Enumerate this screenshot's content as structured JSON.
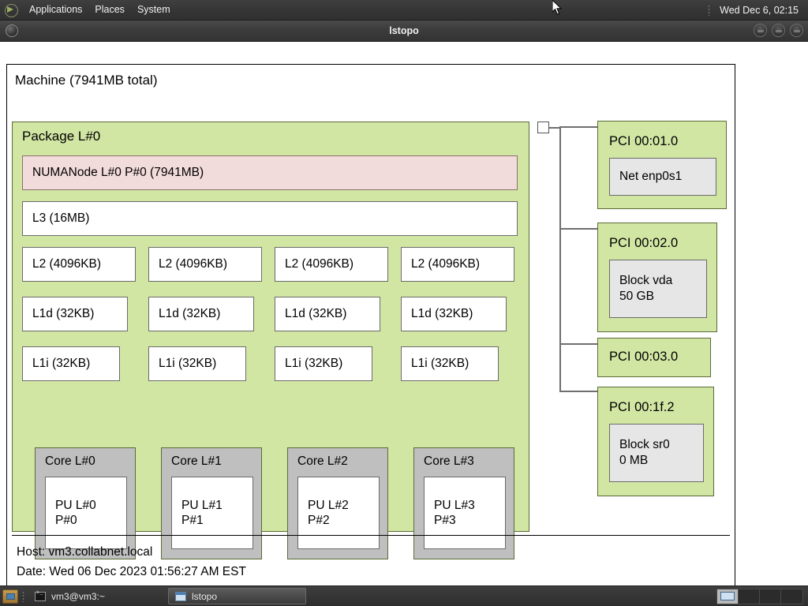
{
  "panel": {
    "logo_icon": "gnome-foot-icon",
    "menus": [
      {
        "label": "Applications",
        "name": "menu-applications"
      },
      {
        "label": "Places",
        "name": "menu-places"
      },
      {
        "label": "System",
        "name": "menu-system"
      }
    ],
    "clock": "Wed Dec  6, 02:15"
  },
  "window": {
    "title": "lstopo",
    "icon": "window-menu-icon",
    "buttons": [
      {
        "name": "minimize-button",
        "icon": "minimize-icon"
      },
      {
        "name": "maximize-button",
        "icon": "maximize-icon"
      },
      {
        "name": "close-button",
        "icon": "close-icon"
      }
    ]
  },
  "topology": {
    "machine": "Machine (7941MB total)",
    "package": "Package L#0",
    "numanode": "NUMANode L#0 P#0 (7941MB)",
    "l3": "L3 (16MB)",
    "l2": [
      "L2 (4096KB)",
      "L2 (4096KB)",
      "L2 (4096KB)",
      "L2 (4096KB)"
    ],
    "l1d": [
      "L1d (32KB)",
      "L1d (32KB)",
      "L1d (32KB)",
      "L1d (32KB)"
    ],
    "l1i": [
      "L1i (32KB)",
      "L1i (32KB)",
      "L1i (32KB)",
      "L1i (32KB)"
    ],
    "cores": [
      {
        "title": "Core L#0",
        "pu": "PU L#0\nP#0"
      },
      {
        "title": "Core L#1",
        "pu": "PU L#1\nP#1"
      },
      {
        "title": "Core L#2",
        "pu": "PU L#2\nP#2"
      },
      {
        "title": "Core L#3",
        "pu": "PU L#3\nP#3"
      }
    ],
    "pci": [
      {
        "title": "PCI 00:01.0",
        "child": "Net enp0s1"
      },
      {
        "title": "PCI 00:02.0",
        "child": "Block vda\n50 GB"
      },
      {
        "title": "PCI 00:03.0",
        "child": null
      },
      {
        "title": "PCI 00:1f.2",
        "child": "Block sr0\n0 MB"
      }
    ],
    "footer": "Host: vm3.collabnet.local\nDate: Wed 06 Dec 2023 01:56:27 AM EST"
  },
  "taskbar": {
    "show_desktop_icon": "show-desktop-icon",
    "tasks": [
      {
        "label": "vm3@vm3:~",
        "icon": "terminal-icon",
        "active": false
      },
      {
        "label": "lstopo",
        "icon": "window-icon",
        "active": true
      }
    ],
    "workspaces": 4,
    "current_workspace": 1
  },
  "colors": {
    "package_green": "#d2e6a4",
    "numa_pink": "#f2dcdb",
    "core_grey": "#bfbfbf",
    "pci_child_grey": "#e6e6e6",
    "panel_dark": "#363636"
  }
}
